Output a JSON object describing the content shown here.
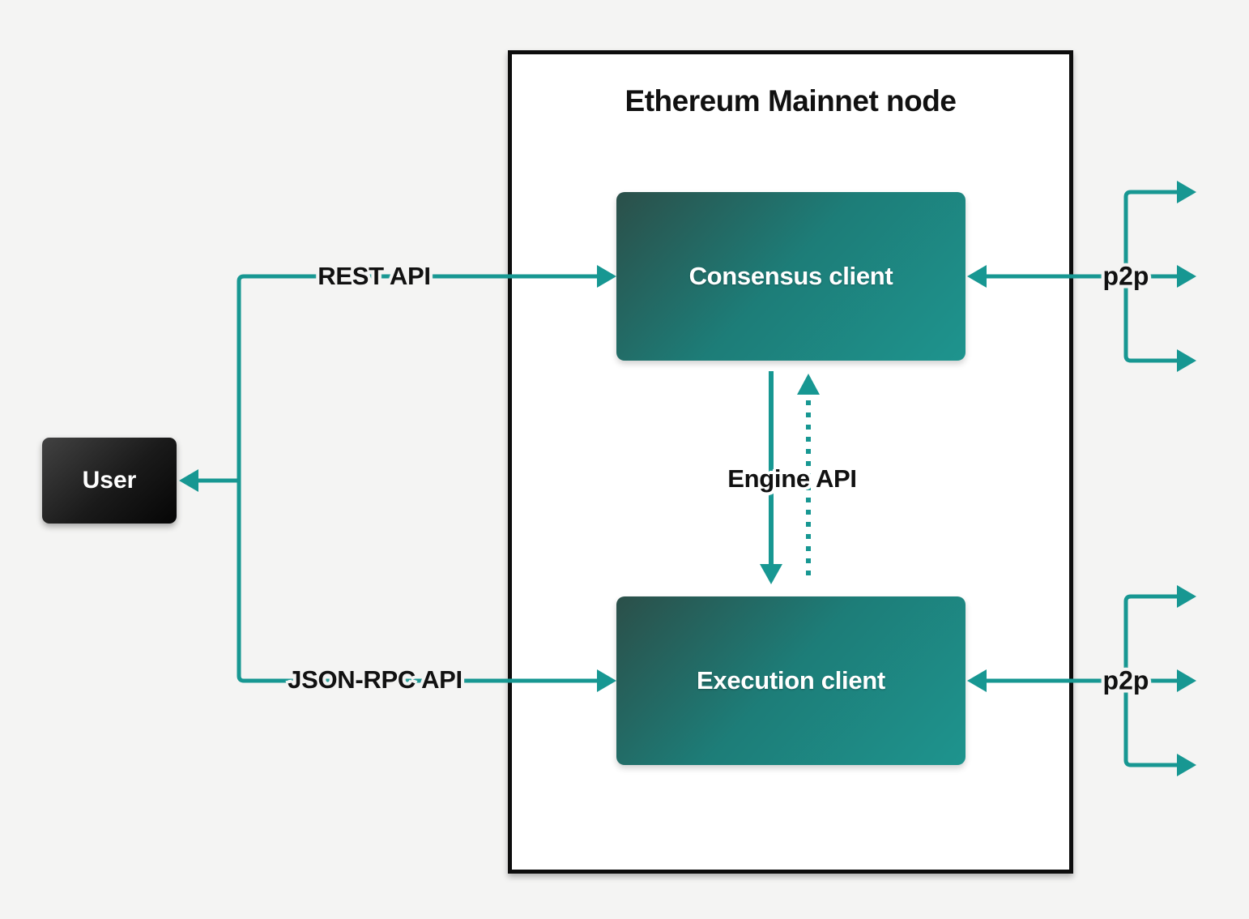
{
  "colors": {
    "accent": "#179792",
    "page_bg": "#f4f4f3",
    "node_bg": "#ffffff",
    "node_border": "#0d0d0d",
    "text": "#111111",
    "client_grad_a": "#2b4f49",
    "client_grad_mid": "#1d7d78",
    "client_grad_b": "#1e948e",
    "user_grad_a": "#424242",
    "user_grad_b": "#050505"
  },
  "diagram": {
    "title": "Ethereum Mainnet node",
    "user": {
      "label": "User"
    },
    "clients": {
      "consensus": {
        "label": "Consensus client"
      },
      "execution": {
        "label": "Execution client"
      }
    },
    "connections": {
      "rest_api": {
        "label": "REST API"
      },
      "json_rpc_api": {
        "label": "JSON-RPC API"
      },
      "engine_api": {
        "label": "Engine API"
      },
      "p2p_consensus": {
        "label": "p2p"
      },
      "p2p_execution": {
        "label": "p2p"
      }
    }
  }
}
